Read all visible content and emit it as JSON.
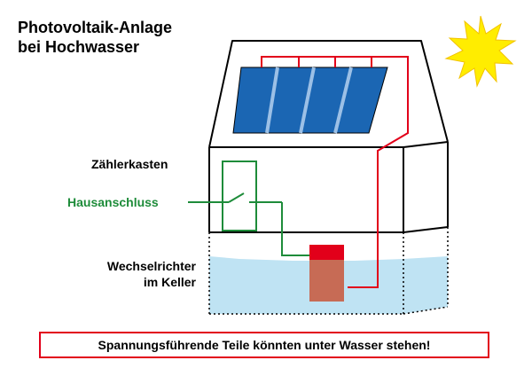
{
  "title": {
    "line1": "Photovoltaik-Anlage",
    "line2": "bei Hochwasser"
  },
  "labels": {
    "meter_box": "Zählerkasten",
    "house_connection": "Hausanschluss",
    "inverter_line1": "Wechselrichter",
    "inverter_line2": "im Keller"
  },
  "warning": "Spannungsführende Teile könnten unter Wasser stehen!",
  "colors": {
    "wire_red": "#e2001a",
    "wire_green": "#1e8c3a",
    "panel_blue": "#1b66b3",
    "water": "#bfe3f3",
    "sun": "#ffed00",
    "inverter_body": "#c76b55"
  },
  "icons": [
    "sun-icon",
    "solar-panel-icon",
    "switch-icon",
    "inverter-icon"
  ]
}
